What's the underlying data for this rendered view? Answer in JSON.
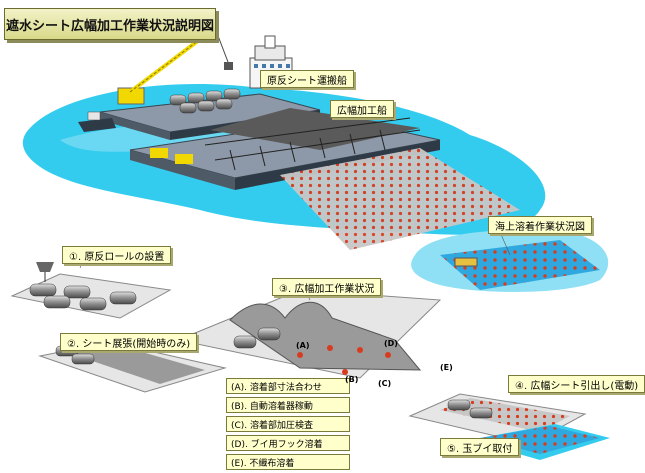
{
  "title": "遮水シート広幅加工作業状況説明図",
  "labels": {
    "supply_ship": "原反シート運搬船",
    "processing_ship": "広幅加工船",
    "sea_welding": "海上溶着作業状況図",
    "step1": "①. 原反ロールの設置",
    "step2": "②. シート展張(開始時のみ)",
    "step3": "③. 広幅加工作業状況",
    "step4": "④. 広幅シート引出し(電動)",
    "step5": "⑤. 玉ブイ取付"
  },
  "legend": [
    "(A). 溶着部寸法合わせ",
    "(B). 自動溶着器稼動",
    "(C). 溶着部加圧検査",
    "(D). ブイ用フック溶着",
    "(E). 不織布溶着"
  ],
  "markers": [
    "(A)",
    "(B)",
    "(C)",
    "(D)",
    "(E)"
  ],
  "colors": {
    "sea": "#33ccee",
    "sea_light": "#8fe0f5",
    "deck": "#8d99a8",
    "platform": "#e6e6e6",
    "sheet": "#9a9a9a",
    "buoy": "#d83c1e",
    "crane": "#f0d800",
    "callout_fill": "#ffffcc"
  }
}
